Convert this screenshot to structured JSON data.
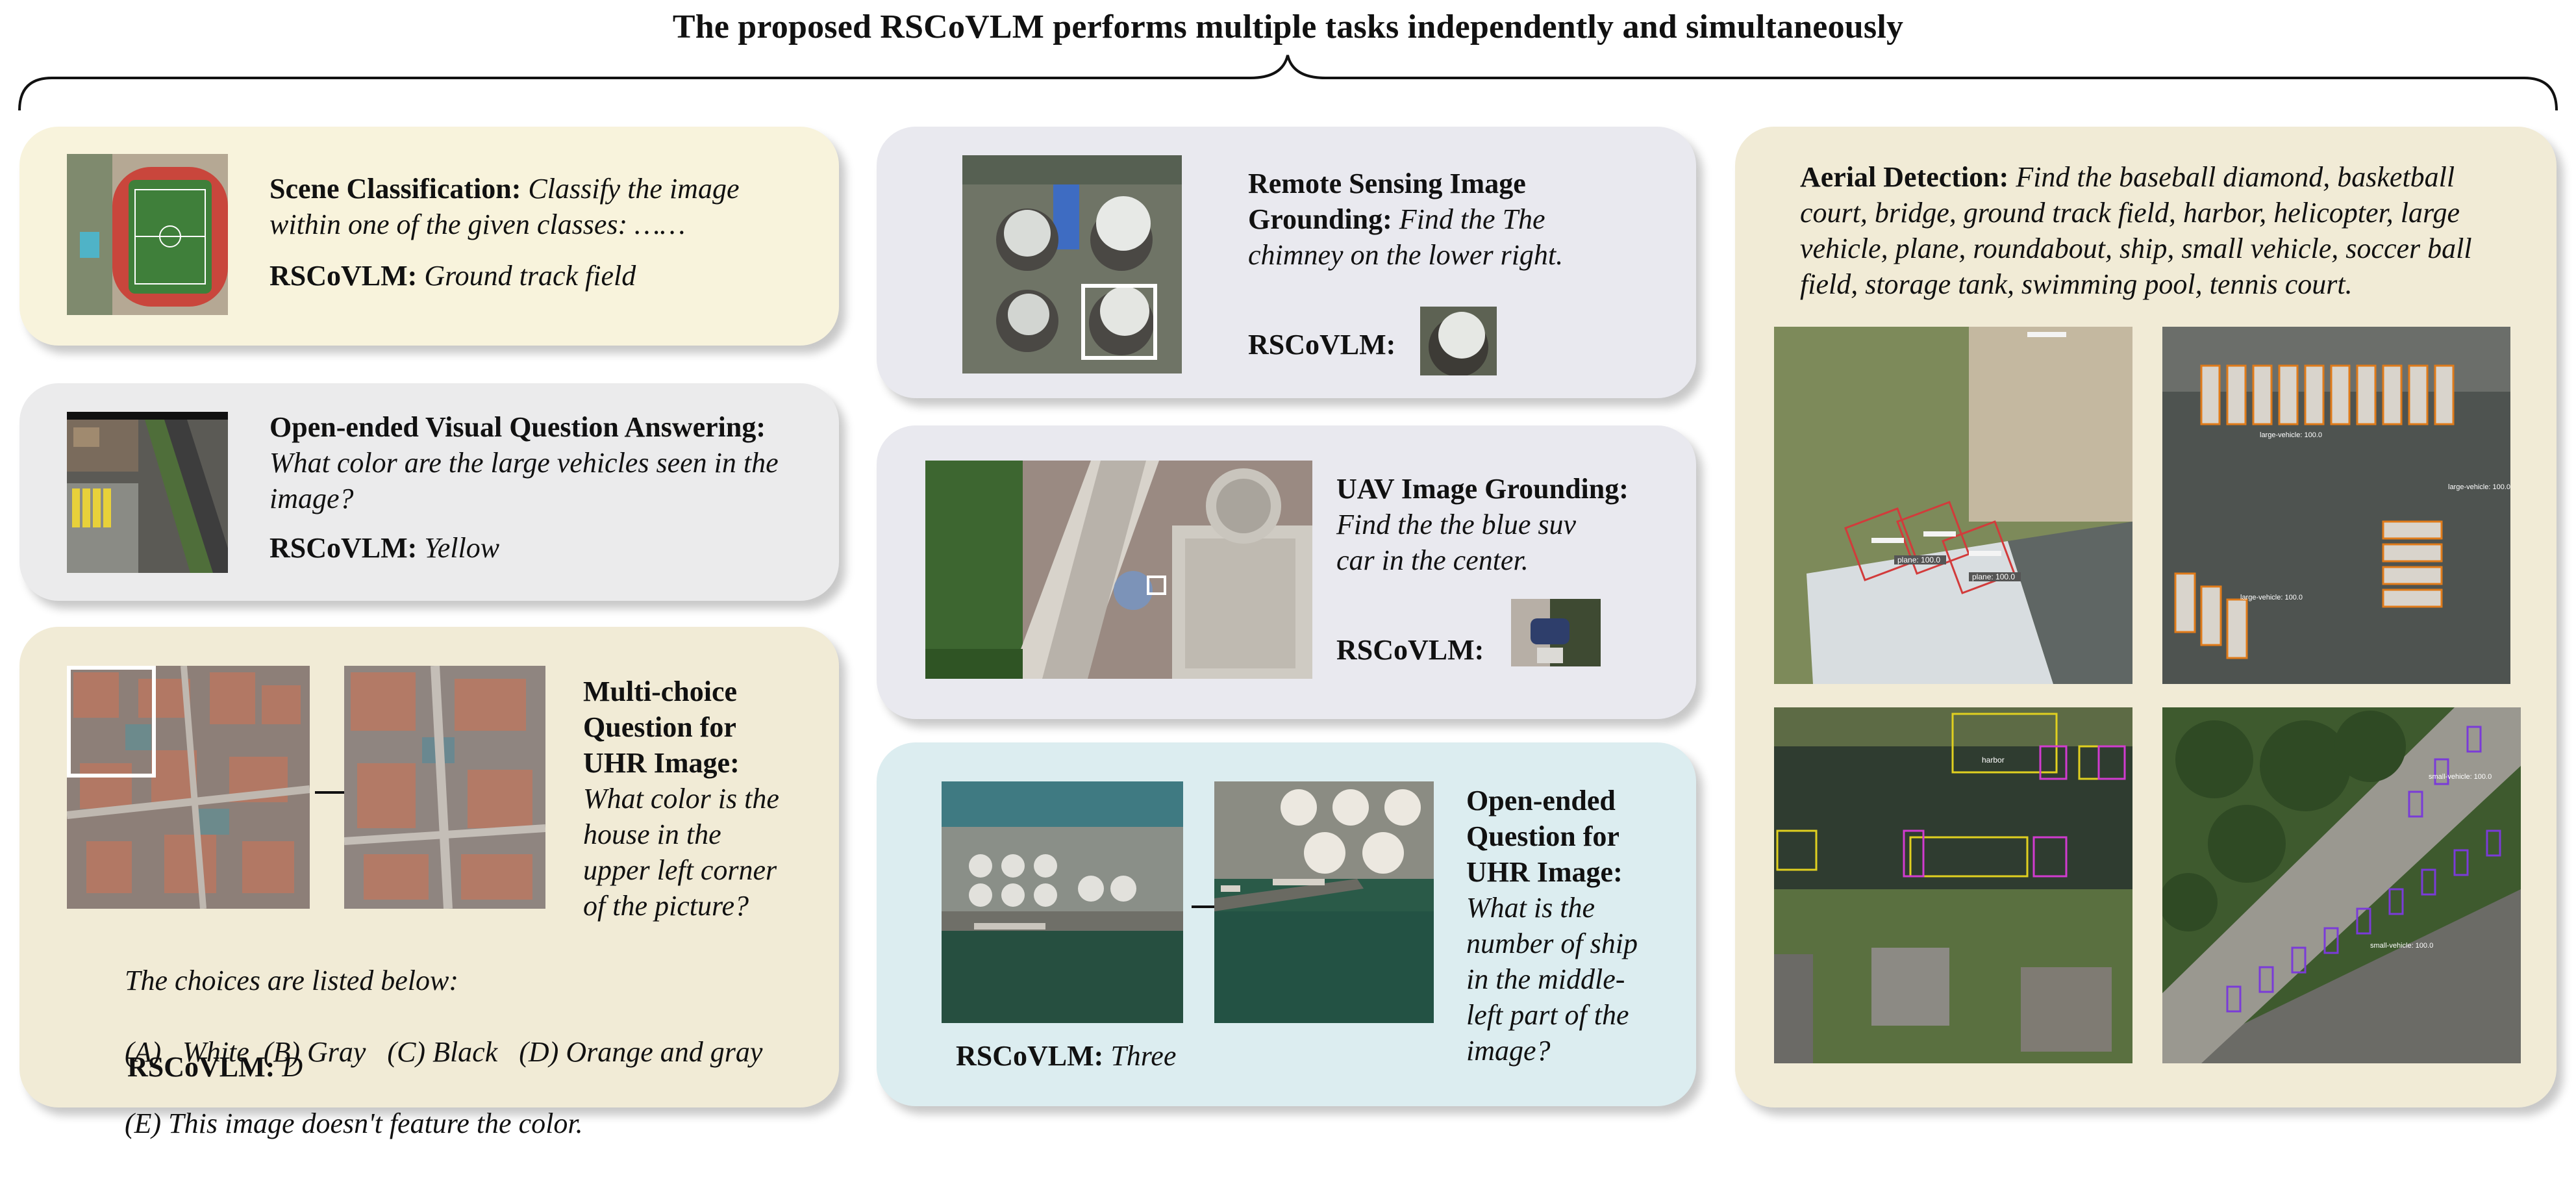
{
  "title": "The proposed RSCoVLM performs multiple tasks independently and simultaneously",
  "scene": {
    "label": "Scene Classification:",
    "prompt": "Classify the image within one of the given classes: ……",
    "answer_label": "RSCoVLM:",
    "answer": "Ground track field"
  },
  "vqa": {
    "label": "Open-ended Visual Question Answering:",
    "prompt": "What color are the large vehicles seen in the image?",
    "answer_label": "RSCoVLM:",
    "answer": "Yellow"
  },
  "multichoice": {
    "label_lines": [
      "Multi-choice",
      "Question for",
      "UHR Image:"
    ],
    "prompt_lines": [
      "What color is the",
      "house in the",
      "upper left corner",
      "of the picture?"
    ],
    "choices_intro": "The choices are listed below:",
    "choices_line1": "(A)   White  (B) Gray   (C) Black   (D) Orange and gray",
    "choices_line2": "(E) This image doesn't feature the color.",
    "answer_label": "RSCoVLM:",
    "answer": "D"
  },
  "rs_grounding": {
    "label_lines": [
      "Remote Sensing Image",
      "Grounding:"
    ],
    "prompt_first": "Find the The",
    "prompt_second": "chimney on the lower right.",
    "answer_label": "RSCoVLM:"
  },
  "uav_grounding": {
    "label": "UAV Image Grounding:",
    "prompt_lines": [
      "Find the the blue suv",
      "car in the center."
    ],
    "answer_label": "RSCoVLM:"
  },
  "uhr_question": {
    "label_lines": [
      "Open-ended",
      "Question for",
      "UHR Image:"
    ],
    "prompt_lines": [
      "What is the",
      "number of ship",
      "in the middle-",
      "left part of the",
      "image?"
    ],
    "answer_label": "RSCoVLM:",
    "answer": "Three"
  },
  "aerial": {
    "label": "Aerial Detection:",
    "prompt_lines": [
      "Find the baseball diamond, basketball",
      "court, bridge, ground track field, harbor, helicopter, large",
      "vehicle, plane, roundabout, ship, small vehicle, soccer ball",
      "field, storage tank, swimming pool, tennis court."
    ],
    "plane_label": "plane: 100.0",
    "vehicle_label": "large-vehicle: 100.0",
    "harbor_label": "harbor",
    "small_vehicle_label": "small-vehicle: 100.0"
  },
  "colors": {
    "plane_box": "#d23b3b",
    "large_vehicle_box": "#e07b1a",
    "harbor_box": "#e0d020",
    "ship_box": "#d23bd0",
    "small_vehicle_box": "#7a3bd8"
  }
}
